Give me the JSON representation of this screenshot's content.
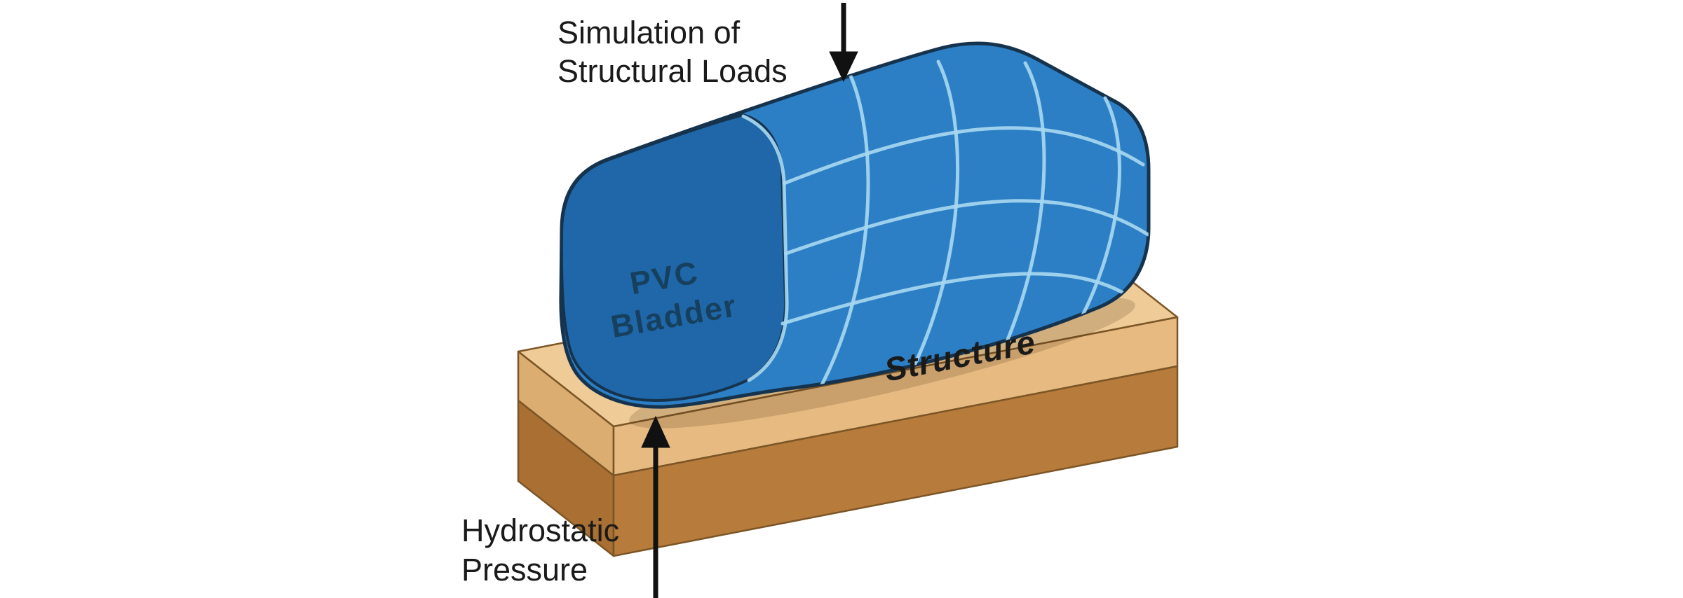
{
  "diagram": {
    "labels": {
      "loads_line1": "Simulation of",
      "loads_line2": "Structural Loads",
      "bladder_line1": "PVC",
      "bladder_line2": "Bladder",
      "structure": "Structure",
      "pressure_line1": "Hydrostatic",
      "pressure_line2": "Pressure"
    },
    "icons": {
      "down_arrow": "structural-load-arrow",
      "up_arrow": "hydrostatic-pressure-arrow"
    },
    "colors": {
      "background": "#ffffff",
      "bladder_body": "#2d7fc5",
      "bladder_end_face": "#1f67a8",
      "bladder_outline": "#16334e",
      "bladder_grid_line": "#a6d7f0",
      "bladder_label_text": "#17405f",
      "slab_top": "#eecb97",
      "slab_front_tan": "#e6ba80",
      "slab_end_tan": "#dcad71",
      "slab_front_brown": "#b77b3c",
      "slab_end_brown": "#aa6f33",
      "slab_outline": "#7b5526",
      "shadow": "rgba(70,45,15,0.18)",
      "label_text": "#1a1a1a",
      "arrow_color": "#111111"
    }
  }
}
